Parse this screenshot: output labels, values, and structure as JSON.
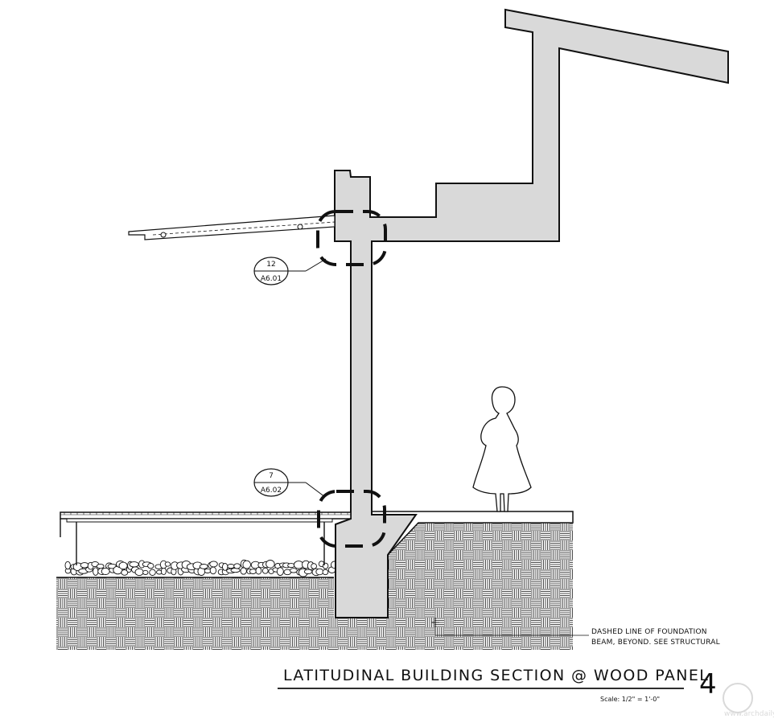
{
  "callouts": [
    {
      "number": "12",
      "sheet": "A6.01"
    },
    {
      "number": "7",
      "sheet": "A6.02"
    }
  ],
  "note": {
    "line1": "DASHED LINE OF FOUNDATION",
    "line2": "BEAM, BEYOND.  SEE STRUCTURAL"
  },
  "title": {
    "text": "LATITUDINAL BUILDING SECTION @ WOOD PANEL",
    "scale": "Scale: 1/2\" = 1'-0\"",
    "number": "4"
  },
  "watermark": "www.archdaily.cn",
  "colors": {
    "concrete": "#d9d9d9",
    "line": "#111111",
    "paper": "#ffffff"
  }
}
